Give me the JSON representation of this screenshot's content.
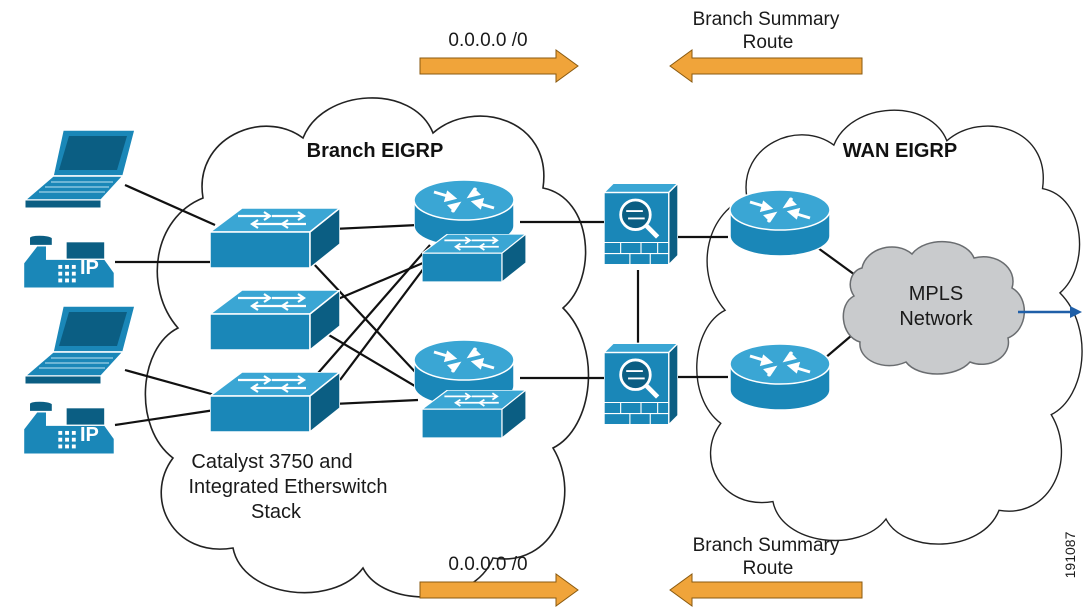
{
  "colors": {
    "device_blue": "#1a87b8",
    "device_dark": "#0b5e83",
    "device_light": "#3aa6d4",
    "arrow_orange": "#f0a43a",
    "mpls_cloud": "#c9cbcd",
    "cloud_outline": "#222222",
    "egress_arrow": "#1f5fa8"
  },
  "clouds": {
    "branch_label": "Branch EIGRP",
    "wan_label": "WAN EIGRP",
    "mpls_label_line1": "MPLS",
    "mpls_label_line2": "Network"
  },
  "arrows": {
    "top_right_label": "0.0.0.0 /0",
    "top_left_label_line1": "Branch Summary",
    "top_left_label_line2": "Route",
    "bottom_right_label": "0.0.0.0 /0",
    "bottom_left_label_line1": "Branch Summary",
    "bottom_left_label_line2": "Route"
  },
  "switch_stack": {
    "caption_line1": "Catalyst 3750 and",
    "caption_line2": "Integrated Etherswitch",
    "caption_line3": "Stack"
  },
  "phones": {
    "badge": "IP"
  },
  "icons": {
    "laptop": "laptop-icon",
    "ip_phone": "ip-phone-icon",
    "switch": "switch-icon",
    "router_etherswitch": "router-with-etherswitch-icon",
    "firewall": "firewall-icon",
    "router": "router-icon",
    "cloud": "cloud-icon"
  },
  "figure_id": "191087"
}
